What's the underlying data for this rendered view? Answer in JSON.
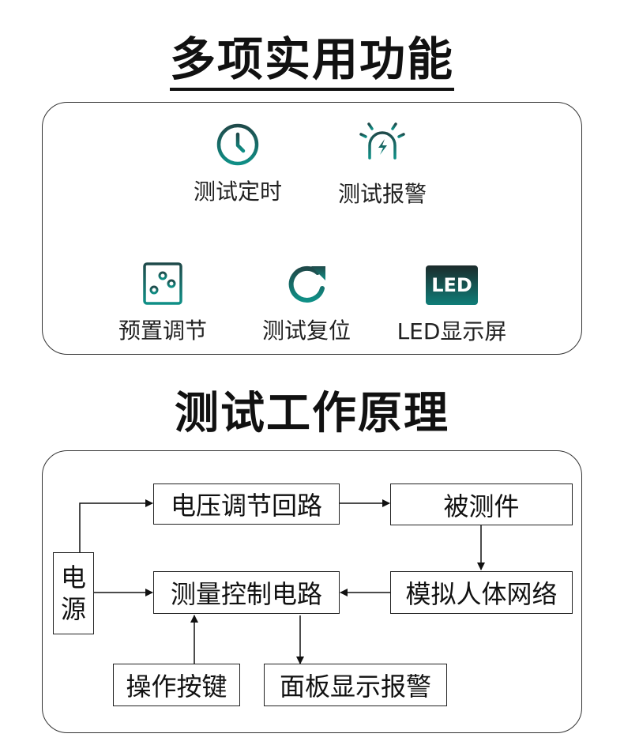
{
  "section1": {
    "title": "多项实用功能",
    "features": [
      {
        "label": "测试定时",
        "icon": "clock-icon"
      },
      {
        "label": "测试报警",
        "icon": "alarm-siren-icon"
      },
      {
        "label": "预置调节",
        "icon": "sliders-icon"
      },
      {
        "label": "测试复位",
        "icon": "reset-arrow-icon"
      },
      {
        "label": "LED显示屏",
        "icon": "led-display-icon"
      }
    ],
    "led_badge_text": "LED"
  },
  "section2": {
    "title": "测试工作原理",
    "nodes": {
      "power_char1": "电",
      "power_char2": "源",
      "voltage_circuit": "电压调节回路",
      "dut": "被测件",
      "measure_circuit": "测量控制电路",
      "body_network": "模拟人体网络",
      "buttons": "操作按键",
      "panel_display": "面板显示报警"
    }
  },
  "colors": {
    "icon_gradient_top": "#1f4a4a",
    "icon_gradient_bottom": "#0f8f86",
    "led_badge_bg_top": "#1c2b2b",
    "led_badge_bg_bottom": "#0f7d78"
  }
}
